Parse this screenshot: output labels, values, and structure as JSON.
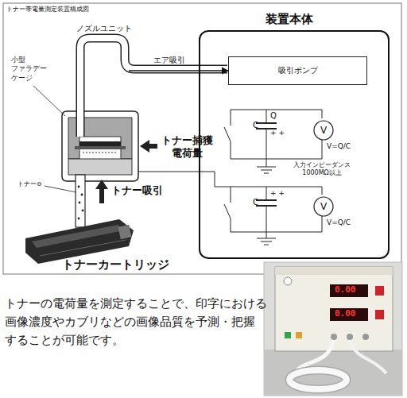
{
  "diagram": {
    "title": "トナー帯電量測定装置構成図",
    "caption": "トナーの電荷量を測定することで、印字における 画像濃度やカブリなどの画像品質を予測・把握 することが可能です。",
    "nodes": [
      {
        "text": [
          "ノズルユニット"
        ]
      },
      {
        "text": [
          "装置本体"
        ]
      },
      {
        "text": [
          "吸引ポンプ"
        ],
        "in": 1
      },
      {
        "text": [
          "V"
        ],
        "in": 1
      },
      {
        "text": [
          "V"
        ],
        "in": 1
      }
    ],
    "edges": [
      {
        "from": 0,
        "to": 2,
        "arrow": "to",
        "label": "エア吸引"
      }
    ],
    "labels": [
      "小型 ファラデー ケージ",
      "Q",
      "C",
      "+ +",
      "V=Q/C",
      "入力インピーダンス 1000MΩ以上",
      "トナー捕獲 電荷量",
      "トナー⊖",
      "トナー吸引",
      "+ +",
      "C",
      "V=Q/C",
      "トナーカートリッジ",
      "0.00",
      "0.00"
    ]
  }
}
